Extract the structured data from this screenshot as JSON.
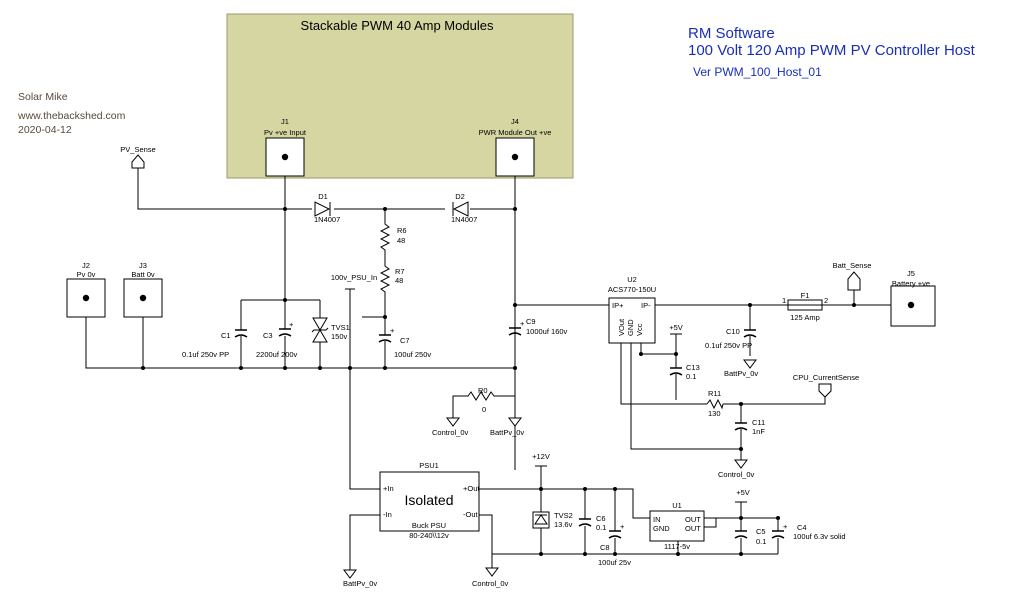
{
  "header": {
    "company": "RM Software",
    "title": "100 Volt 120 Amp PWM PV Controller Host",
    "version": "Ver PWM_100_Host_01"
  },
  "author": {
    "name": "Solar Mike",
    "site": "www.thebackshed.com",
    "date": "2020-04-12"
  },
  "module_box": {
    "title": "Stackable PWM 40 Amp Modules"
  },
  "connectors": {
    "J1": {
      "ref": "J1",
      "label": "Pv +ve Input"
    },
    "J4": {
      "ref": "J4",
      "label": "PWR Module Out +ve"
    },
    "J2": {
      "ref": "J2",
      "label": "Pv 0v"
    },
    "J3": {
      "ref": "J3",
      "label": "Batt 0v"
    },
    "J5": {
      "ref": "J5",
      "label": "Battery +ve"
    }
  },
  "nets": {
    "pv_sense": "PV_Sense",
    "batt_sense": "Batt_Sense",
    "psu_in": "100v_PSU_In",
    "cpu_current": "CPU_CurrentSense",
    "plus5v_a": "+5V",
    "plus5v_b": "+5V",
    "plus12v": "+12V",
    "gnd_control_1": "Control_0v",
    "gnd_battpv_1": "BattPv_0v",
    "gnd_battpv_2": "BattPv_0v",
    "gnd_control_2": "Control_0v",
    "gnd_battpv_3": "BattPv_0v",
    "gnd_control_3": "Control_0v"
  },
  "components": {
    "D1": {
      "ref": "D1",
      "value": "1N4007"
    },
    "D2": {
      "ref": "D2",
      "value": "1N4007"
    },
    "R6": {
      "ref": "R6",
      "value": "48"
    },
    "R7": {
      "ref": "R7",
      "value": "48"
    },
    "C1": {
      "ref": "C1",
      "value": "0.1uf 250v PP"
    },
    "C3": {
      "ref": "C3",
      "value": "2200uf 200v"
    },
    "TVS1": {
      "ref": "TVS1",
      "value": "150v"
    },
    "C7": {
      "ref": "C7",
      "value": "100uf 250v"
    },
    "C9": {
      "ref": "C9",
      "value": "1000uf 160v"
    },
    "R0": {
      "ref": "R0",
      "value": "0"
    },
    "U2": {
      "ref": "U2",
      "value": "ACS770-150U",
      "pins": [
        "IP+",
        "IP-",
        "VOut",
        "GND",
        "Vcc"
      ]
    },
    "F1": {
      "ref": "F1",
      "value": "125 Amp"
    },
    "C10": {
      "ref": "C10",
      "value": "0.1uf 250v PP"
    },
    "C13": {
      "ref": "C13",
      "value": "0.1"
    },
    "R11": {
      "ref": "R11",
      "value": "130"
    },
    "C11": {
      "ref": "C11",
      "value": "1nF"
    },
    "PSU1": {
      "ref": "PSU1",
      "label": "Isolated",
      "value": "Buck PSU",
      "range": "80-240\\\\12v",
      "pins": [
        "+In",
        "-In",
        "+Out",
        "-Out"
      ]
    },
    "TVS2": {
      "ref": "TVS2",
      "value": "13.6v"
    },
    "C6": {
      "ref": "C6",
      "value": "0.1"
    },
    "C8": {
      "ref": "C8",
      "value": "100uf 25v"
    },
    "U1": {
      "ref": "U1",
      "value": "1117-5v",
      "pins": [
        "IN",
        "GND",
        "OUT",
        "OUT"
      ]
    },
    "C5": {
      "ref": "C5",
      "value": "0.1"
    },
    "C4": {
      "ref": "C4",
      "value": "100uf 6.3v solid"
    }
  },
  "pin_numbers": {
    "f1_left": "1",
    "f1_right": "2"
  }
}
